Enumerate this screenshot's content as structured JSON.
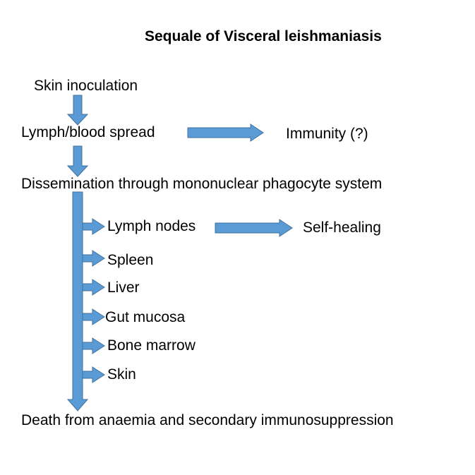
{
  "title": "Sequale of Visceral leishmaniasis",
  "colors": {
    "arrow_fill": "#5B9BD5",
    "arrow_stroke": "#41719C",
    "text": "#000000"
  },
  "nodes": {
    "skin_inoculation": "Skin inoculation",
    "lymph_blood_spread": "Lymph/blood spread",
    "immunity": "Immunity (?)",
    "dissemination": "Dissemination through mononuclear phagocyte system",
    "death": "Death from anaemia and secondary immunosuppression"
  },
  "organs": {
    "lymph_nodes": "Lymph nodes",
    "self_healing": "Self-healing",
    "spleen": "Spleen",
    "liver": "Liver",
    "gut_mucosa": "Gut mucosa",
    "bone_marrow": "Bone marrow",
    "skin": "Skin"
  }
}
